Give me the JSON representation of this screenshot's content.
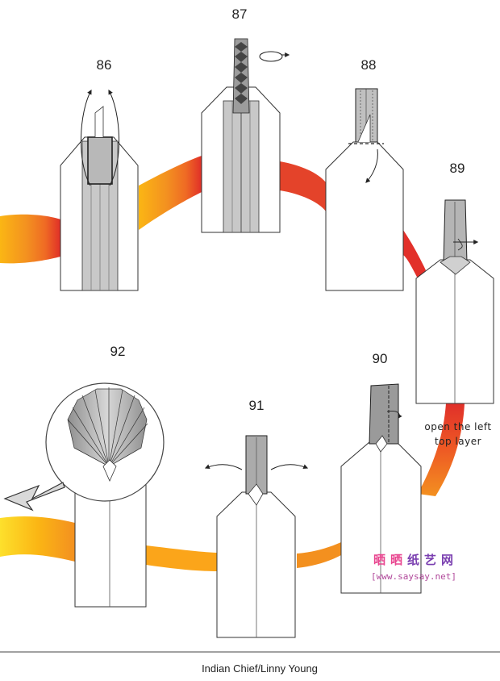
{
  "steps": [
    {
      "number": "86"
    },
    {
      "number": "87"
    },
    {
      "number": "88"
    },
    {
      "number": "89",
      "instruction_line1": "open the left",
      "instruction_line2": "top layer"
    },
    {
      "number": "90"
    },
    {
      "number": "91"
    },
    {
      "number": "92"
    }
  ],
  "watermark": {
    "chars": [
      "晒",
      "晒",
      "纸",
      "艺",
      "网"
    ],
    "url": "[www.saysay.net]"
  },
  "footer": {
    "credit": "Indian Chief/Linny Young"
  },
  "colors": {
    "ribbon_yellow": "#fbb614",
    "ribbon_orange": "#f07d22",
    "ribbon_red": "#e02f28",
    "paper_grey": "#c8c8c8",
    "outline": "#333333",
    "watermark_pink": "#e8458f",
    "watermark_purple": "#7a3fb0"
  }
}
